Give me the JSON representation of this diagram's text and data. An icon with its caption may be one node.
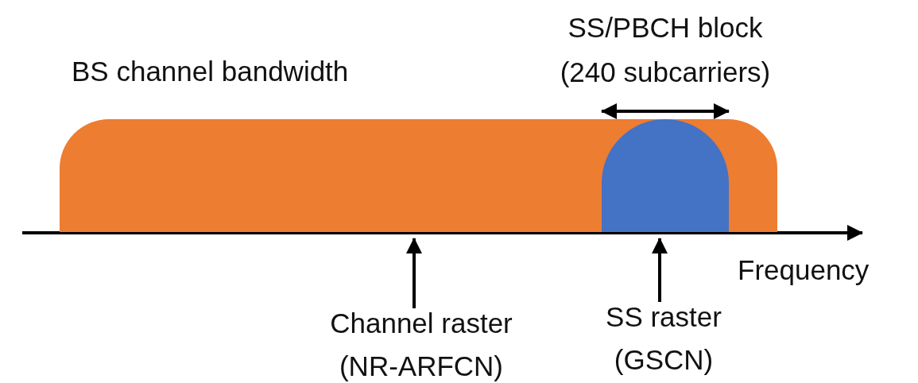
{
  "diagram": {
    "nodes": [
      {
        "text": [
          "BS channel bandwidth"
        ]
      },
      {
        "text": [
          "SS/PBCH block (240 subcarriers)"
        ],
        "in": 0
      },
      {
        "text": [
          "Channel raster (NR-ARFCN)"
        ]
      },
      {
        "text": [
          "SS raster (GSCN)"
        ]
      }
    ],
    "edges": [
      {
        "from": 2,
        "to": 0,
        "arrow": "to"
      },
      {
        "from": 3,
        "to": 1,
        "arrow": "to"
      }
    ],
    "labels": [
      "Frequency"
    ]
  }
}
